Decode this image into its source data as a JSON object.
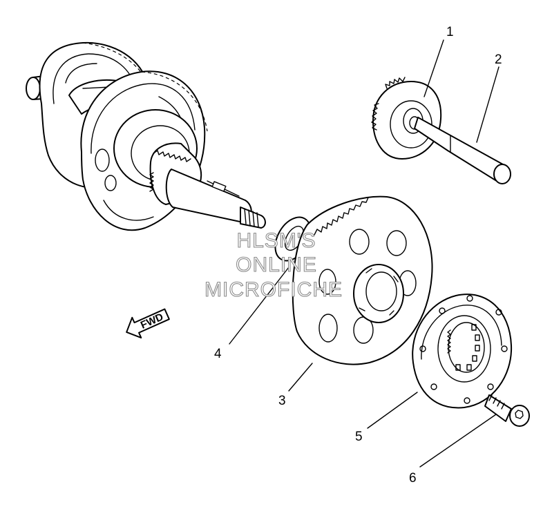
{
  "figure": {
    "callouts": [
      "1",
      "2",
      "3",
      "4",
      "5",
      "6"
    ],
    "direction_arrow": "FWD",
    "watermark": [
      "HLSM'S",
      "ONLINE",
      "MICROFICHE"
    ]
  }
}
